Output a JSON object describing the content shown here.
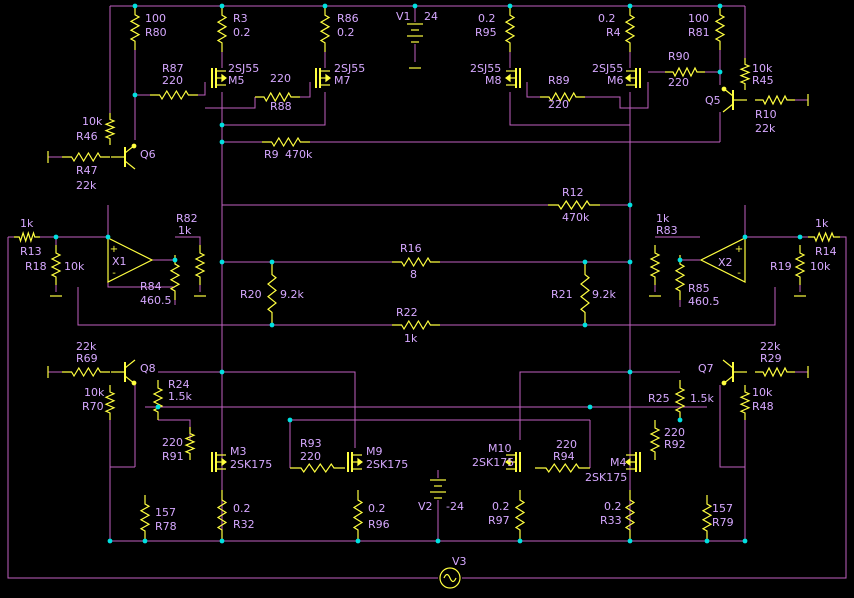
{
  "colors": {
    "background": "#000000",
    "wire": "#c060c0",
    "component": "#ffff40",
    "label": "#d6a8ff",
    "node": "#00e0e0"
  },
  "components": [
    {
      "id": "R80",
      "ref": "R80",
      "value": "100"
    },
    {
      "id": "R3",
      "ref": "R3",
      "value": "0.2"
    },
    {
      "id": "R86",
      "ref": "R86",
      "value": "0.2"
    },
    {
      "id": "V1",
      "ref": "V1",
      "value": "24"
    },
    {
      "id": "R95",
      "ref": "R95",
      "value": "0.2"
    },
    {
      "id": "R4",
      "ref": "R4",
      "value": "0.2"
    },
    {
      "id": "R81",
      "ref": "R81",
      "value": "100"
    },
    {
      "id": "R87",
      "ref": "R87",
      "value": "220"
    },
    {
      "id": "M5",
      "ref": "M5",
      "value": "2SJ55"
    },
    {
      "id": "R88",
      "ref": "R88",
      "value": "220"
    },
    {
      "id": "M7",
      "ref": "M7",
      "value": "2SJ55"
    },
    {
      "id": "M8",
      "ref": "M8",
      "value": "2SJ55"
    },
    {
      "id": "R89",
      "ref": "R89",
      "value": "220"
    },
    {
      "id": "M6",
      "ref": "M6",
      "value": "2SJ55"
    },
    {
      "id": "R90",
      "ref": "R90",
      "value": "220"
    },
    {
      "id": "R45",
      "ref": "R45",
      "value": "10k"
    },
    {
      "id": "Q5",
      "ref": "Q5",
      "value": ""
    },
    {
      "id": "R10",
      "ref": "R10",
      "value": "22k"
    },
    {
      "id": "R46",
      "ref": "R46",
      "value": "10k"
    },
    {
      "id": "Q6",
      "ref": "Q6",
      "value": ""
    },
    {
      "id": "R47",
      "ref": "R47",
      "value": "22k"
    },
    {
      "id": "R9",
      "ref": "R9",
      "value": "470k"
    },
    {
      "id": "R12",
      "ref": "R12",
      "value": "470k"
    },
    {
      "id": "R13",
      "ref": "R13",
      "value": "1k"
    },
    {
      "id": "R18",
      "ref": "R18",
      "value": "10k"
    },
    {
      "id": "X1",
      "ref": "X1",
      "value": ""
    },
    {
      "id": "R82",
      "ref": "R82",
      "value": "1k"
    },
    {
      "id": "R84",
      "ref": "R84",
      "value": "460.5"
    },
    {
      "id": "R16",
      "ref": "R16",
      "value": "8"
    },
    {
      "id": "R20",
      "ref": "R20",
      "value": "9.2k"
    },
    {
      "id": "R21",
      "ref": "R21",
      "value": "9.2k"
    },
    {
      "id": "R22",
      "ref": "R22",
      "value": "1k"
    },
    {
      "id": "R83",
      "ref": "R83",
      "value": "1k"
    },
    {
      "id": "X2",
      "ref": "X2",
      "value": ""
    },
    {
      "id": "R85",
      "ref": "R85",
      "value": "460.5"
    },
    {
      "id": "R14",
      "ref": "R14",
      "value": "1k"
    },
    {
      "id": "R19",
      "ref": "R19",
      "value": "10k"
    },
    {
      "id": "R69",
      "ref": "R69",
      "value": "22k"
    },
    {
      "id": "Q8",
      "ref": "Q8",
      "value": ""
    },
    {
      "id": "R70",
      "ref": "R70",
      "value": "10k"
    },
    {
      "id": "R24",
      "ref": "R24",
      "value": "1.5k"
    },
    {
      "id": "R91",
      "ref": "R91",
      "value": "220"
    },
    {
      "id": "M3",
      "ref": "M3",
      "value": "2SK175"
    },
    {
      "id": "R93",
      "ref": "R93",
      "value": "220"
    },
    {
      "id": "M9",
      "ref": "M9",
      "value": "2SK175"
    },
    {
      "id": "R78",
      "ref": "R78",
      "value": "157"
    },
    {
      "id": "R32",
      "ref": "R32",
      "value": "0.2"
    },
    {
      "id": "R96",
      "ref": "R96",
      "value": "0.2"
    },
    {
      "id": "V2",
      "ref": "V2",
      "value": "-24"
    },
    {
      "id": "R97",
      "ref": "R97",
      "value": "0.2"
    },
    {
      "id": "R33",
      "ref": "R33",
      "value": "0.2"
    },
    {
      "id": "R79",
      "ref": "R79",
      "value": "157"
    },
    {
      "id": "M10",
      "ref": "M10",
      "value": "2SK175"
    },
    {
      "id": "R94",
      "ref": "R94",
      "value": "220"
    },
    {
      "id": "M4",
      "ref": "M4",
      "value": "2SK175"
    },
    {
      "id": "R25",
      "ref": "R25",
      "value": "1.5k"
    },
    {
      "id": "R92",
      "ref": "R92",
      "value": "220"
    },
    {
      "id": "Q7",
      "ref": "Q7",
      "value": ""
    },
    {
      "id": "R29",
      "ref": "R29",
      "value": "22k"
    },
    {
      "id": "R48",
      "ref": "R48",
      "value": "10k"
    },
    {
      "id": "V3",
      "ref": "V3",
      "value": ""
    }
  ],
  "opamp_marks": {
    "plus": "+",
    "minus": "-"
  }
}
